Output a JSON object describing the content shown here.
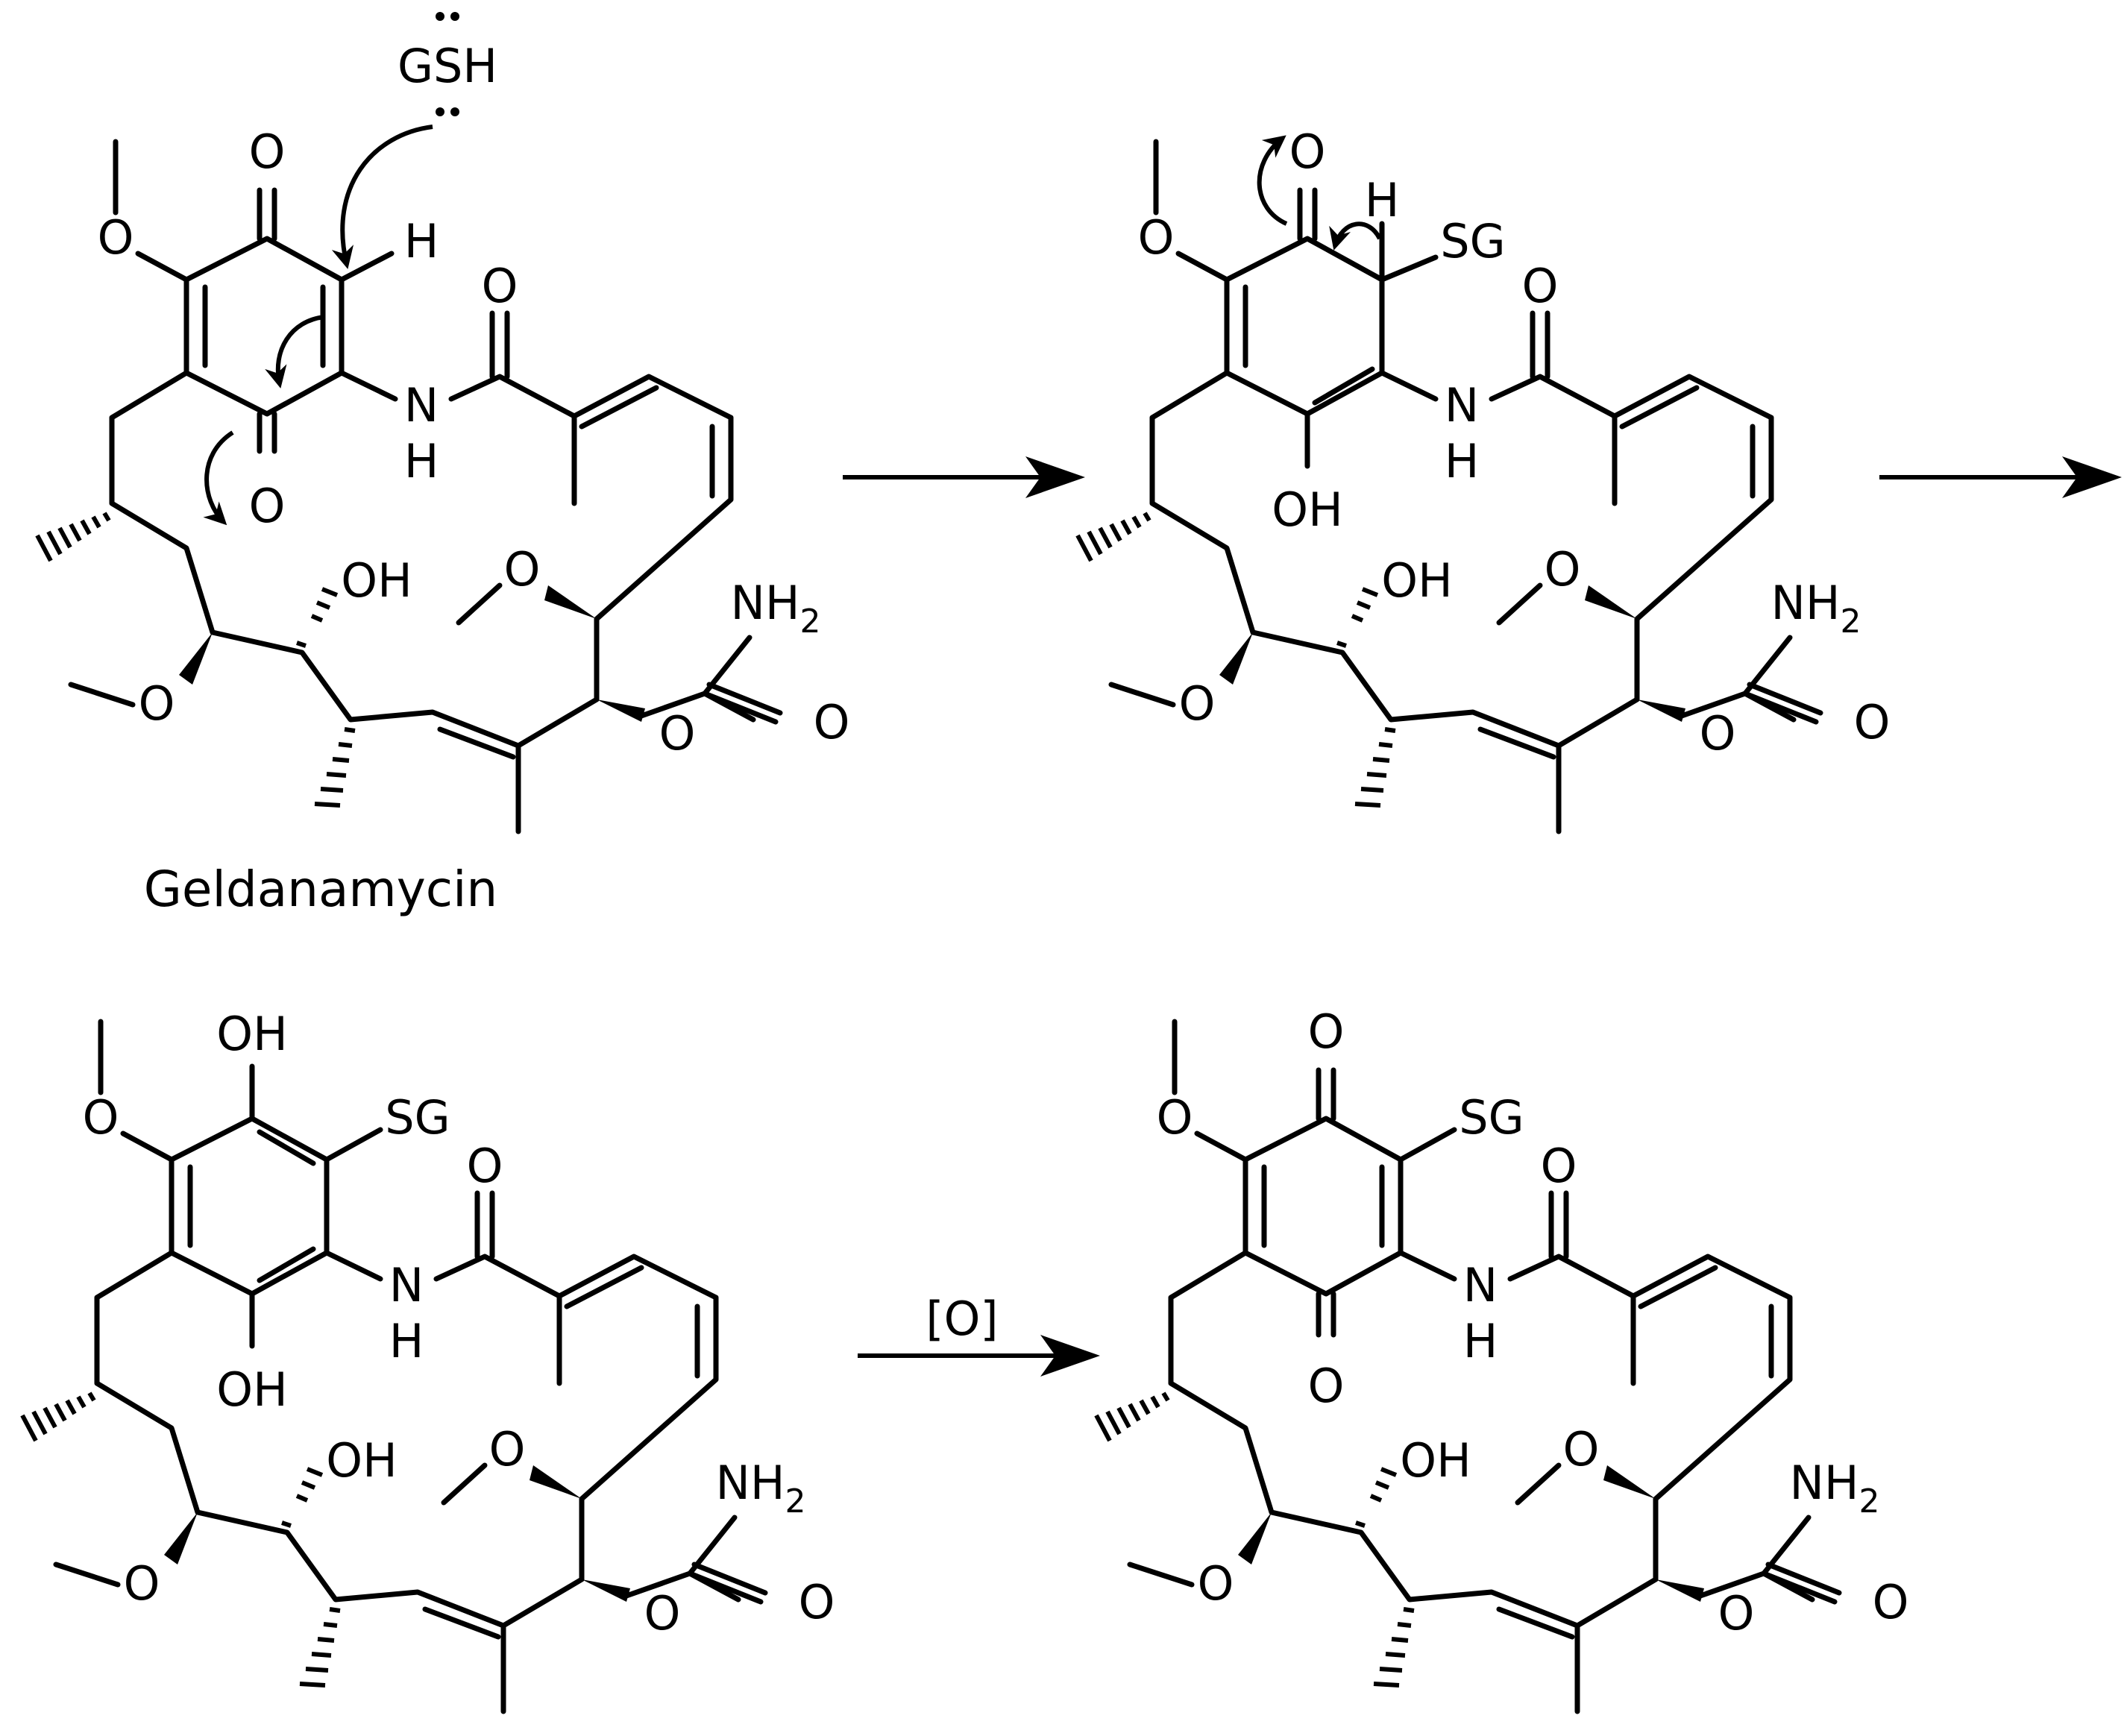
{
  "colors": {
    "ink": "#000000",
    "background": "#ffffff"
  },
  "labels": {
    "O": "O",
    "H": "H",
    "N": "N",
    "OH": "OH",
    "NH": "NH",
    "NH2_base": "NH",
    "NH2_sub": "2",
    "SG": "SG",
    "GSH": "GSH",
    "lone_pair": ":"
  },
  "structures": [
    {
      "name": "Geldanamycin"
    },
    {
      "name": ""
    },
    {
      "name": ""
    },
    {
      "name": ""
    }
  ],
  "reaction_arrows": [
    {
      "label": ""
    },
    {
      "label": ""
    },
    {
      "label": "[O]"
    }
  ]
}
